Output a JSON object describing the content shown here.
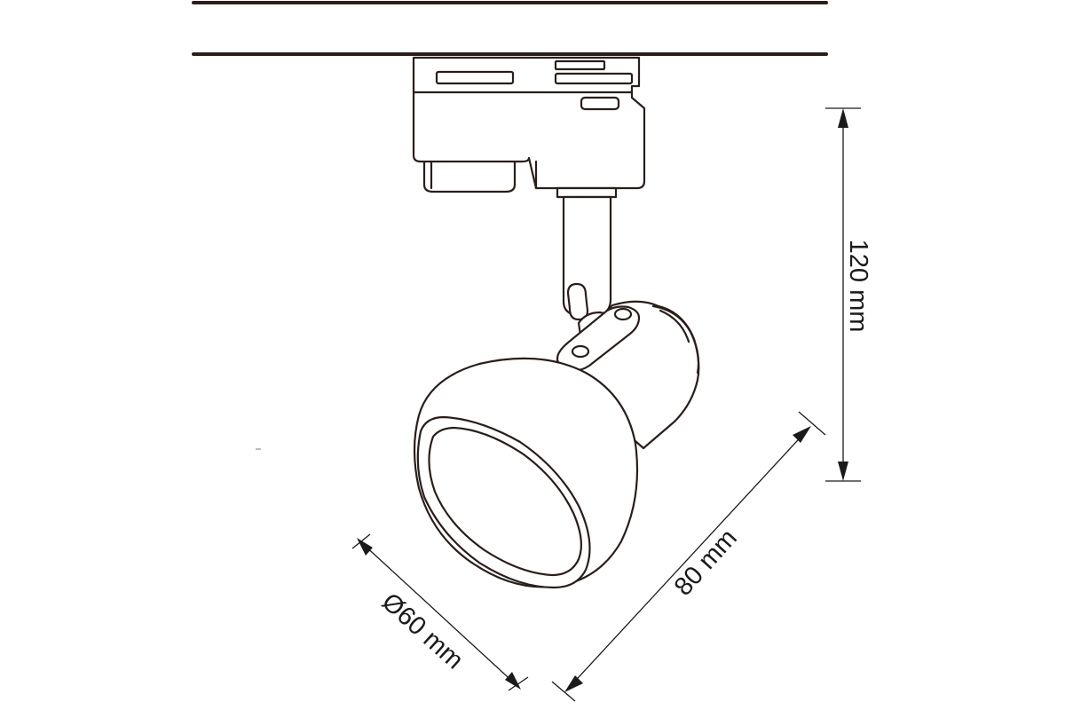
{
  "dimensions": {
    "height_label": "120 mm",
    "length_label": "80 mm",
    "diameter_label": "Ø60 mm"
  }
}
